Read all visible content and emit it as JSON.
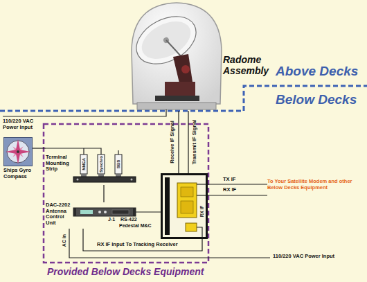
{
  "diagram": {
    "nodes": [
      {
        "text": [
          "Radome Assembly"
        ]
      },
      {
        "text": [
          "Provided Below Decks Equipment"
        ]
      },
      {
        "text": [
          "Ships Gyro Compass"
        ]
      },
      {
        "text": [
          "Terminal Mounting Strip"
        ],
        "in": 1
      },
      {
        "text": [
          "DAC-2202 Antenna Control Unit"
        ],
        "in": 1
      },
      {
        "text": [
          "RX IF"
        ],
        "in": 1
      },
      {
        "text": [
          "To Your Satellite Modem and other Below Decks Equipment"
        ]
      }
    ],
    "edges": [
      {
        "from": 0,
        "to": 5,
        "label": "Receive IF Signal",
        "arrow": "none"
      },
      {
        "from": 0,
        "to": 5,
        "label": "Transmit IF Signal",
        "arrow": "none"
      },
      {
        "from": 2,
        "to": 3,
        "arrow": "none"
      },
      {
        "from": 3,
        "to": 4,
        "arrow": "none"
      },
      {
        "from": 4,
        "to": 5,
        "label": "Pedestal M&C",
        "arrow": "none"
      },
      {
        "from": 5,
        "to": 4,
        "label": "RX IF Input To Tracking Receiver",
        "arrow": "none"
      },
      {
        "from": 5,
        "to": 6,
        "label": "TX IF",
        "arrow": "none"
      },
      {
        "from": 5,
        "to": 6,
        "label": "RX IF",
        "arrow": "none"
      }
    ],
    "labels": [
      "Above Decks",
      "Below Decks",
      "110/220 VAC Power Input",
      "NMEA",
      "Synchro",
      "SBS",
      "J-1",
      "RS-422",
      "AC in",
      "110/220 VAC Power Input"
    ]
  }
}
